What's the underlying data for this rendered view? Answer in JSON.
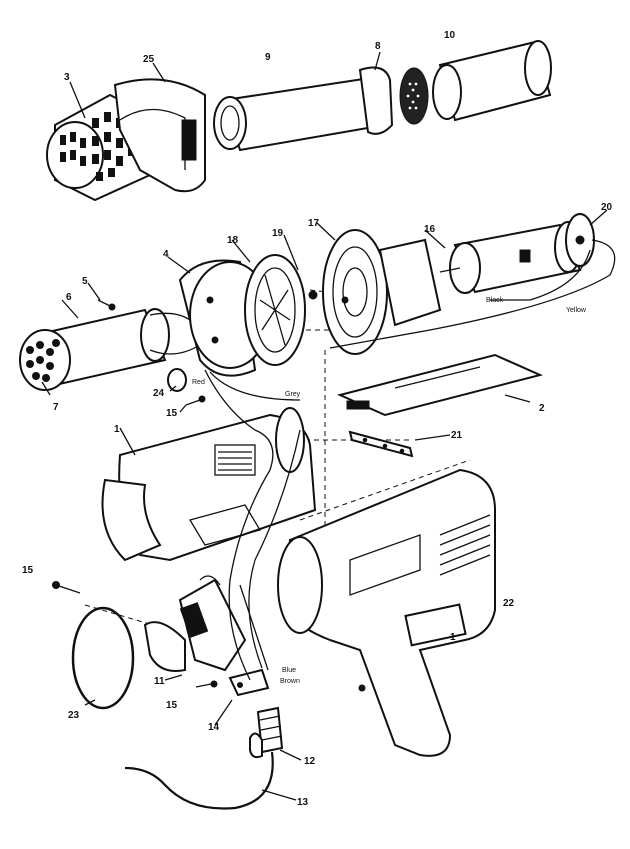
{
  "callouts": [
    "1",
    "2",
    "3",
    "4",
    "5",
    "6",
    "7",
    "8",
    "9",
    "10",
    "11",
    "12",
    "13",
    "14",
    "15",
    "15",
    "15",
    "16",
    "17",
    "18",
    "19",
    "20",
    "21",
    "22",
    "23",
    "24",
    "25",
    "1"
  ],
  "wires": [
    "Black",
    "Yellow",
    "Red",
    "Grey",
    "Blue",
    "Brown"
  ]
}
